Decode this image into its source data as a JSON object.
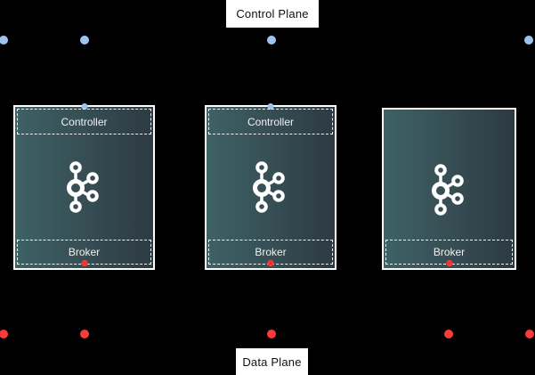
{
  "colors": {
    "background": "#000000",
    "node_gradient_left": "#3E6266",
    "node_gradient_right": "#2D3A42",
    "node_border": "#FFFFFF",
    "control_point_blue": "#9DC4F1",
    "data_point_red": "#FA3B3B",
    "label_text": "#111111",
    "node_text": "#F2F2F2"
  },
  "control_plane": {
    "label": "Control Plane",
    "connection_dot_count": 4
  },
  "data_plane": {
    "label": "Data Plane",
    "connection_dot_count": 5
  },
  "nodes": [
    {
      "controller_label": "Controller",
      "broker_label": "Broker",
      "icon": "kafka-logo"
    },
    {
      "controller_label": "Controller",
      "broker_label": "Broker",
      "icon": "kafka-logo"
    },
    {
      "broker_label": "Broker",
      "icon": "kafka-logo"
    }
  ]
}
